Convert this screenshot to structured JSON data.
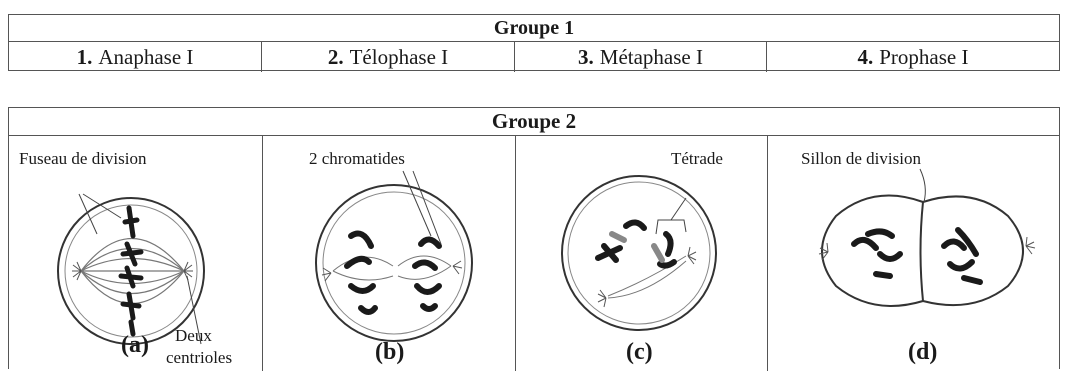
{
  "groupe1": {
    "title": "Groupe 1",
    "items": [
      {
        "num": "1.",
        "label": "Anaphase I"
      },
      {
        "num": "2.",
        "label": "Télophase I"
      },
      {
        "num": "3.",
        "label": "Métaphase I"
      },
      {
        "num": "4.",
        "label": "Prophase I"
      }
    ]
  },
  "groupe2": {
    "title": "Groupe 2",
    "cells": [
      {
        "letter": "(a)",
        "annotations": [
          "Fuseau de division",
          "Deux",
          "centrioles"
        ]
      },
      {
        "letter": "(b)",
        "annotations": [
          "2 chromatides"
        ]
      },
      {
        "letter": "(c)",
        "annotations": [
          "Tétrade"
        ]
      },
      {
        "letter": "(d)",
        "annotations": [
          "Sillon de division"
        ]
      }
    ]
  }
}
